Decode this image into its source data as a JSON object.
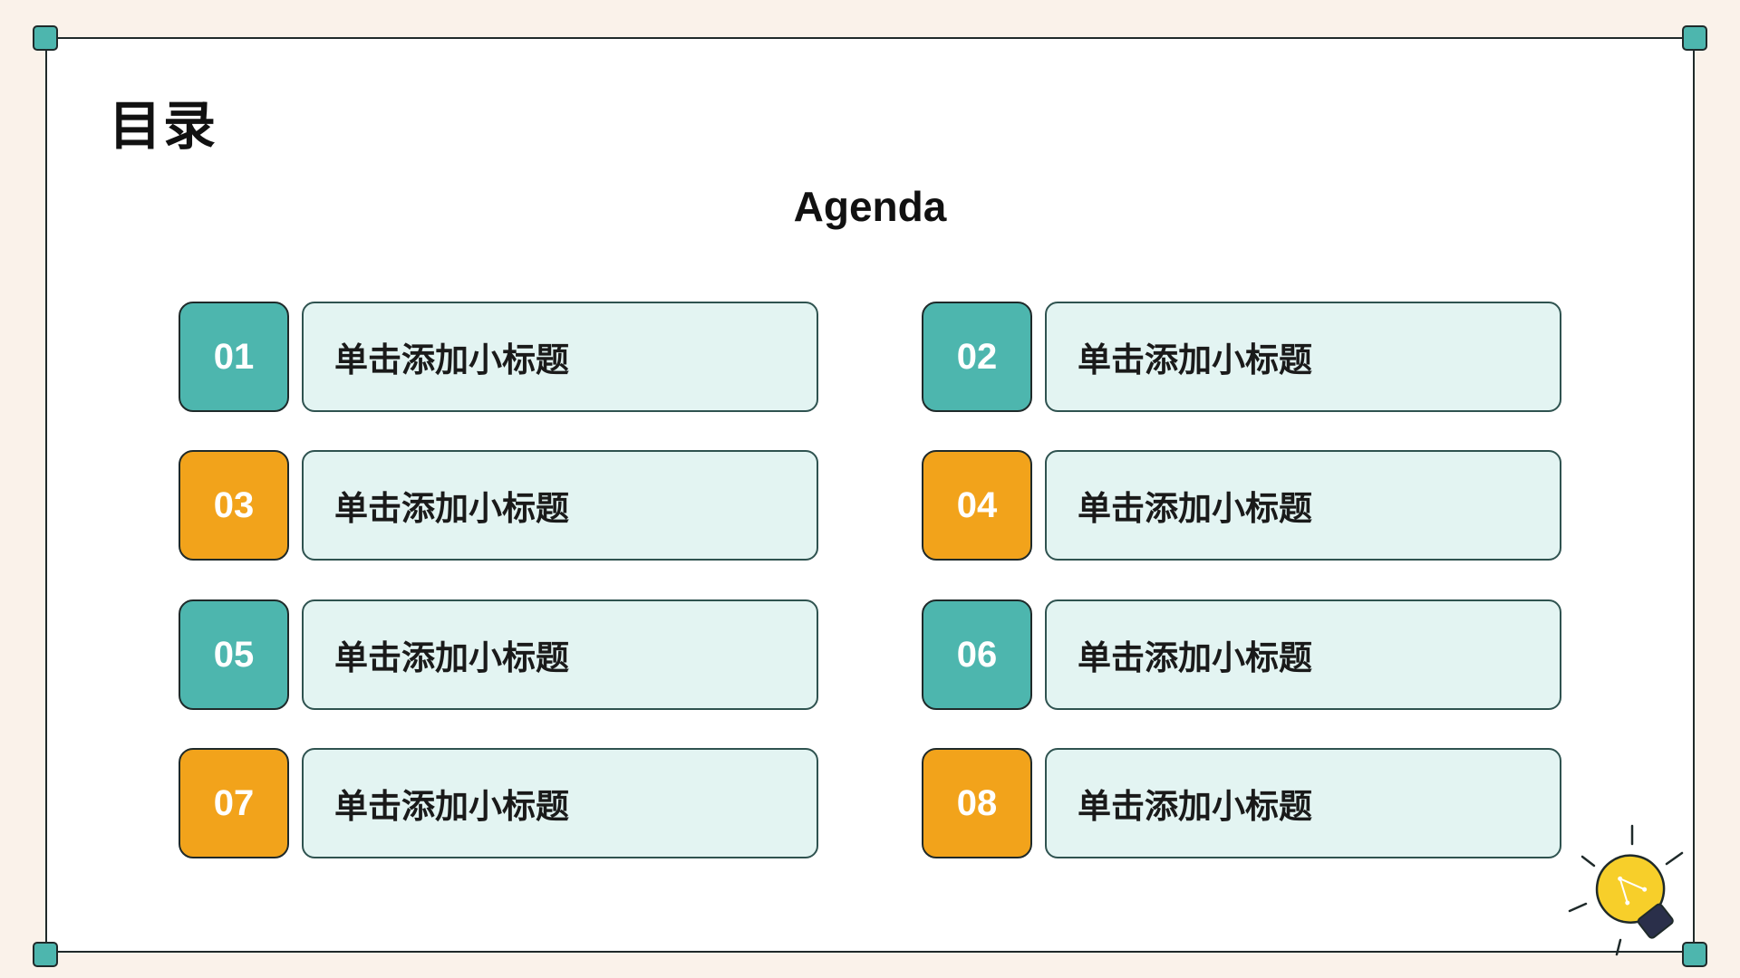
{
  "title_cn": "目录",
  "title_en": "Agenda",
  "items": [
    {
      "num": "01",
      "label": "单击添加小标题",
      "color": "teal"
    },
    {
      "num": "02",
      "label": "单击添加小标题",
      "color": "teal"
    },
    {
      "num": "03",
      "label": "单击添加小标题",
      "color": "orange"
    },
    {
      "num": "04",
      "label": "单击添加小标题",
      "color": "orange"
    },
    {
      "num": "05",
      "label": "单击添加小标题",
      "color": "teal"
    },
    {
      "num": "06",
      "label": "单击添加小标题",
      "color": "teal"
    },
    {
      "num": "07",
      "label": "单击添加小标题",
      "color": "orange"
    },
    {
      "num": "08",
      "label": "单击添加小标题",
      "color": "orange"
    }
  ],
  "colors": {
    "teal": "#4DB6AE",
    "orange": "#F2A31B",
    "box_fill": "#E3F4F2",
    "background": "#FAF2EA"
  },
  "decoration": {
    "icon": "lightbulb-icon"
  }
}
